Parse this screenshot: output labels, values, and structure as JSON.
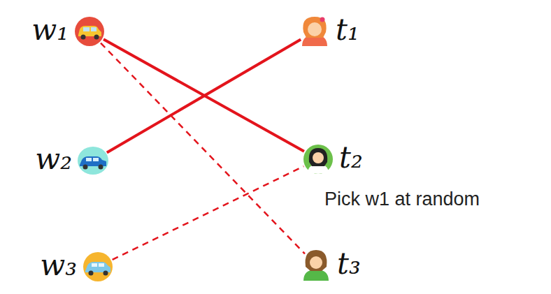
{
  "diagram": {
    "nodes": [
      {
        "text": [
          "w₁"
        ]
      },
      {
        "text": [
          "t₁"
        ]
      },
      {
        "text": [
          "w₂"
        ]
      },
      {
        "text": [
          "t₂"
        ]
      },
      {
        "text": [
          "w₃"
        ]
      },
      {
        "text": [
          "t₃"
        ]
      }
    ],
    "edges": [
      {
        "from": 0,
        "to": 3,
        "arrow": "none"
      },
      {
        "from": 2,
        "to": 1,
        "arrow": "none"
      },
      {
        "from": 0,
        "to": 5,
        "arrow": "none"
      },
      {
        "from": 4,
        "to": 3,
        "arrow": "none"
      }
    ],
    "labels": [
      "Pick w1 at random"
    ]
  }
}
